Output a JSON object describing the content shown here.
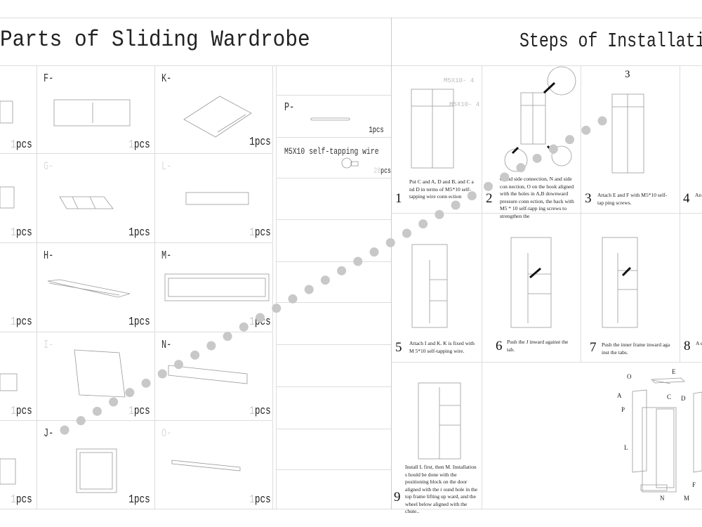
{
  "titles": {
    "parts": "Parts of Sliding Wardrobe",
    "steps": "Steps of Installation"
  },
  "parts": [
    {
      "id": "col0-r0",
      "label": "",
      "qty": "1",
      "unit": "pcs"
    },
    {
      "id": "F",
      "label": "F-",
      "qty": "1",
      "unit": "pcs"
    },
    {
      "id": "K",
      "label": "K-",
      "qty": "1",
      "unit": "pcs"
    },
    {
      "id": "col0-r1",
      "label": "",
      "qty": "1",
      "unit": "pcs"
    },
    {
      "id": "G",
      "label": "G-",
      "qty": "1",
      "unit": "pcs"
    },
    {
      "id": "L",
      "label": "L-",
      "qty": "1",
      "unit": "pcs"
    },
    {
      "id": "col0-r2",
      "label": "",
      "qty": "1",
      "unit": "pcs"
    },
    {
      "id": "H",
      "label": "H-",
      "qty": "1",
      "unit": "pcs"
    },
    {
      "id": "M",
      "label": "M-",
      "qty": "1",
      "unit": "pcs"
    },
    {
      "id": "col0-r3",
      "label": "",
      "qty": "1",
      "unit": "pcs"
    },
    {
      "id": "I",
      "label": "I-",
      "qty": "1",
      "unit": "pcs"
    },
    {
      "id": "N",
      "label": "N-",
      "qty": "1",
      "unit": "pcs"
    },
    {
      "id": "col0-r4",
      "label": "",
      "qty": "1",
      "unit": "pcs"
    },
    {
      "id": "J",
      "label": "J-",
      "qty": "1",
      "unit": "pcs"
    },
    {
      "id": "O",
      "label": "O-",
      "qty": "1",
      "unit": "pcs"
    }
  ],
  "hardware": [
    {
      "label": "P-",
      "qty": "1",
      "unit": "pcs"
    },
    {
      "label": "M5X10  self-tapping wire",
      "qty": "28",
      "unit": "pcs"
    }
  ],
  "step1_callouts": [
    "M5X10- 4",
    "M5X10- 4"
  ],
  "steps": [
    {
      "num": "1",
      "text": "Put C and A, D and B, and C a nd D in terms of M5*10 self-tapping wire conn ection"
    },
    {
      "num": "2",
      "text": "O and side connection, N and side con nection, O on the hook aligned with the holes in A,B downward pressure conn ection, the back with M5 * 10 self-tapp ing screws to strengthen the"
    },
    {
      "num": "3",
      "text": "Attach E and F with M5*10 self-tap ping screws."
    },
    {
      "num": "4",
      "text": "An pi"
    },
    {
      "num": "5",
      "text": "Attach I and K. K is fixed with M 5*10 self-tapping wire."
    },
    {
      "num": "6",
      "text": "Push the J inward against the tab."
    },
    {
      "num": "7",
      "text": "Push the inner frame inward aga inst the tabs."
    },
    {
      "num": "8",
      "text": "A ev"
    },
    {
      "num": "9",
      "text": "Install L first, then M. Installation s hould be done with the positioning block on the door aligned with the r ound hole in the top frame lifting up ward, and the wheel below aligned with the chute.."
    }
  ],
  "step3_header": "3",
  "exploded_labels": [
    "O",
    "E",
    "A",
    "C",
    "D",
    "P",
    "L",
    "F",
    "N",
    "M"
  ],
  "colors": {
    "grid": "#dddddd",
    "dots": "#c8c8c8",
    "line_art": "#999999"
  }
}
